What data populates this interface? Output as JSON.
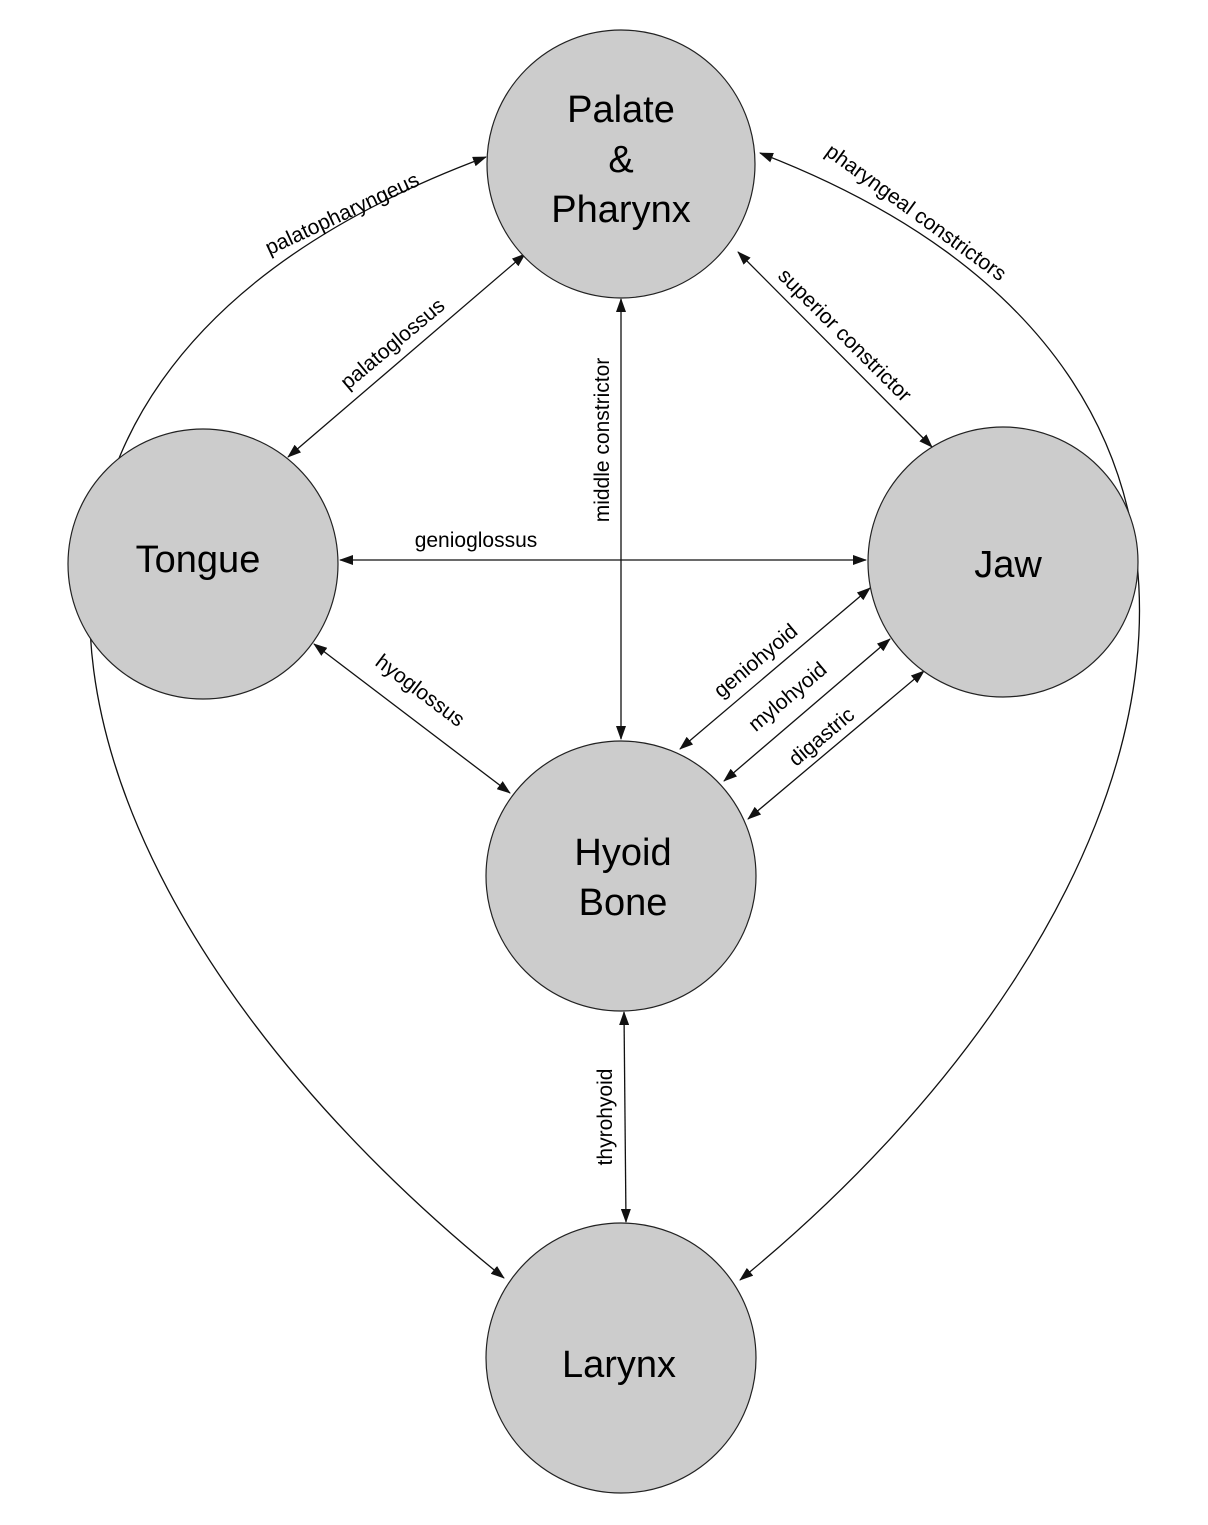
{
  "nodes": {
    "palate": [
      "Palate",
      "&",
      "Pharynx"
    ],
    "tongue": [
      "Tongue"
    ],
    "jaw": [
      "Jaw"
    ],
    "hyoid": [
      "Hyoid",
      "Bone"
    ],
    "larynx": [
      "Larynx"
    ]
  },
  "edges": {
    "palatopharyngeus": "palatopharyngeus",
    "pharyngeal_constrictors": "pharyngeal constrictors",
    "palatoglossus": "palatoglossus",
    "superior_constrictor": "superior constrictor",
    "middle_constrictor": "middle constrictor",
    "genioglossus": "genioglossus",
    "hyoglossus": "hyoglossus",
    "geniohyoid": "geniohyoid",
    "mylohyoid": "mylohyoid",
    "digastric": "digastric",
    "thyrohyoid": "thyrohyoid"
  }
}
